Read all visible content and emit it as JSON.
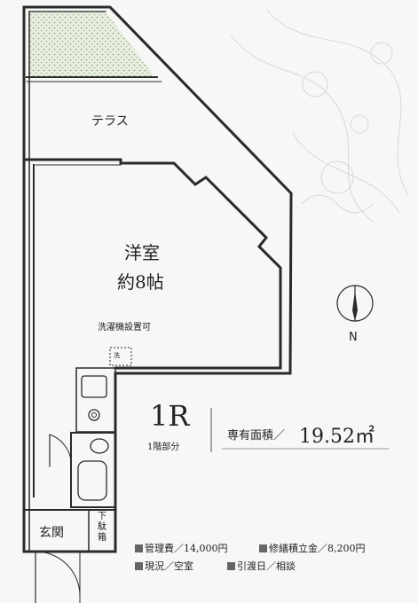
{
  "rooms": {
    "terrace": "テラス",
    "western_room": "洋室",
    "western_room_size": "約8帖",
    "entrance": "玄関",
    "shoe_box": "下駄箱"
  },
  "fixtures": {
    "washer_note": "洗濯機設置可",
    "washer_mark": "洗"
  },
  "compass": {
    "north": "N"
  },
  "summary": {
    "layout_type": "1R",
    "floor_info": "1階部分",
    "area_label": "専有面積／",
    "area_value": "19.52㎡"
  },
  "conditions": {
    "management_fee": "管理費／14,000円",
    "repair_reserve": "修繕積立金／8,200円",
    "status": "現況／空室",
    "handover": "引渡日／相談"
  },
  "colors": {
    "wall": "#2a2a2a",
    "hatch": "#9bb58a",
    "text": "#222222"
  }
}
